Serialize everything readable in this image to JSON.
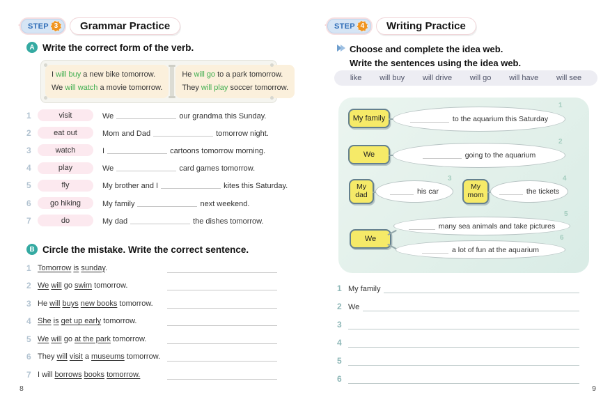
{
  "colors": {
    "accent_green": "#3fae4f",
    "accent_orange": "#f0941f",
    "accent_teal": "#35aaa2",
    "accent_blue": "#2f6db7",
    "box_yellow": "#f6ea68",
    "panel_mint": "#e6f3ee",
    "pill_pink": "#fce9ef",
    "example_cream": "#fbf0dc"
  },
  "left_page": {
    "page_number": "8",
    "step": {
      "label": "STEP",
      "number": "3",
      "title": "Grammar Practice"
    },
    "section_a": {
      "letter": "A",
      "heading": "Write the correct form of the verb.",
      "example": {
        "panels": [
          {
            "line1": {
              "pre": "I ",
              "verb": "will buy",
              "post": " a new bike tomorrow."
            },
            "line2": {
              "pre": "We ",
              "verb": "will watch",
              "post": " a movie tomorrow."
            }
          },
          {
            "line1": {
              "pre": "He ",
              "verb": "will go",
              "post": " to a park tomorrow."
            },
            "line2": {
              "pre": "They ",
              "verb": "will play",
              "post": " soccer tomorrow."
            }
          }
        ]
      },
      "items": [
        {
          "num": "1",
          "verb": "visit",
          "pre": "We",
          "post": "our grandma this Sunday."
        },
        {
          "num": "2",
          "verb": "eat out",
          "pre": "Mom and Dad",
          "post": "tomorrow night."
        },
        {
          "num": "3",
          "verb": "watch",
          "pre": "I",
          "post": "cartoons tomorrow morning."
        },
        {
          "num": "4",
          "verb": "play",
          "pre": "We",
          "post": "card games tomorrow."
        },
        {
          "num": "5",
          "verb": "fly",
          "pre": "My brother and I",
          "post": "kites this Saturday."
        },
        {
          "num": "6",
          "verb": "go hiking",
          "pre": "My family",
          "post": "next weekend."
        },
        {
          "num": "7",
          "verb": "do",
          "pre": "My dad",
          "post": "the dishes tomorrow."
        }
      ]
    },
    "section_b": {
      "letter": "B",
      "heading": "Circle the mistake. Write the correct sentence.",
      "items": [
        {
          "num": "1",
          "segments": [
            {
              "t": "Tomorrow",
              "u": true
            },
            {
              "t": " ",
              "u": false
            },
            {
              "t": "is",
              "u": true
            },
            {
              "t": " ",
              "u": false
            },
            {
              "t": "sunday",
              "u": true
            },
            {
              "t": ".",
              "u": false
            }
          ]
        },
        {
          "num": "2",
          "segments": [
            {
              "t": "We",
              "u": true
            },
            {
              "t": " ",
              "u": false
            },
            {
              "t": "will",
              "u": true
            },
            {
              "t": " go ",
              "u": false
            },
            {
              "t": "swim",
              "u": true
            },
            {
              "t": " tomorrow.",
              "u": false
            }
          ]
        },
        {
          "num": "3",
          "segments": [
            {
              "t": "He ",
              "u": false
            },
            {
              "t": "will",
              "u": true
            },
            {
              "t": " ",
              "u": false
            },
            {
              "t": "buys",
              "u": true
            },
            {
              "t": " ",
              "u": false
            },
            {
              "t": "new books",
              "u": true
            },
            {
              "t": " tomorrow.",
              "u": false
            }
          ]
        },
        {
          "num": "4",
          "segments": [
            {
              "t": "She",
              "u": true
            },
            {
              "t": " ",
              "u": false
            },
            {
              "t": "is",
              "u": true
            },
            {
              "t": " ",
              "u": false
            },
            {
              "t": "get up early",
              "u": true
            },
            {
              "t": " tomorrow.",
              "u": false
            }
          ]
        },
        {
          "num": "5",
          "segments": [
            {
              "t": "We",
              "u": true
            },
            {
              "t": " ",
              "u": false
            },
            {
              "t": "will",
              "u": true
            },
            {
              "t": " go ",
              "u": false
            },
            {
              "t": "at the park",
              "u": true
            },
            {
              "t": " tomorrow.",
              "u": false
            }
          ]
        },
        {
          "num": "6",
          "segments": [
            {
              "t": "They ",
              "u": false
            },
            {
              "t": "will",
              "u": true
            },
            {
              "t": " ",
              "u": false
            },
            {
              "t": "visit",
              "u": true
            },
            {
              "t": " a ",
              "u": false
            },
            {
              "t": "museums",
              "u": true
            },
            {
              "t": " tomorrow.",
              "u": false
            }
          ]
        },
        {
          "num": "7",
          "segments": [
            {
              "t": "I will ",
              "u": false
            },
            {
              "t": "borrows",
              "u": true
            },
            {
              "t": " ",
              "u": false
            },
            {
              "t": "books",
              "u": true
            },
            {
              "t": " ",
              "u": false
            },
            {
              "t": "tomorrow.",
              "u": true
            }
          ]
        }
      ]
    }
  },
  "right_page": {
    "page_number": "9",
    "step": {
      "label": "STEP",
      "number": "4",
      "title": "Writing Practice"
    },
    "instruction": {
      "line1": "Choose and complete the idea web.",
      "line2": "Write the sentences using the idea web."
    },
    "word_bank": [
      "like",
      "will buy",
      "will drive",
      "will go",
      "will have",
      "will see"
    ],
    "idea_web": {
      "boxes": [
        {
          "label": "My family"
        },
        {
          "label": "We"
        },
        {
          "label": "My dad"
        },
        {
          "label": "My mom"
        },
        {
          "label": "We"
        }
      ],
      "ovals": [
        {
          "num": "1",
          "text": "to the aquarium this Saturday"
        },
        {
          "num": "2",
          "text": "going to the aquarium"
        },
        {
          "num": "3",
          "text": "his car"
        },
        {
          "num": "4",
          "text": "the tickets"
        },
        {
          "num": "5",
          "text": "many sea animals and take pictures"
        },
        {
          "num": "6",
          "text": "a lot of fun at the aquarium"
        }
      ]
    },
    "write_lines": [
      {
        "num": "1",
        "prefix": "My family"
      },
      {
        "num": "2",
        "prefix": "We"
      },
      {
        "num": "3",
        "prefix": ""
      },
      {
        "num": "4",
        "prefix": ""
      },
      {
        "num": "5",
        "prefix": ""
      },
      {
        "num": "6",
        "prefix": ""
      }
    ]
  }
}
